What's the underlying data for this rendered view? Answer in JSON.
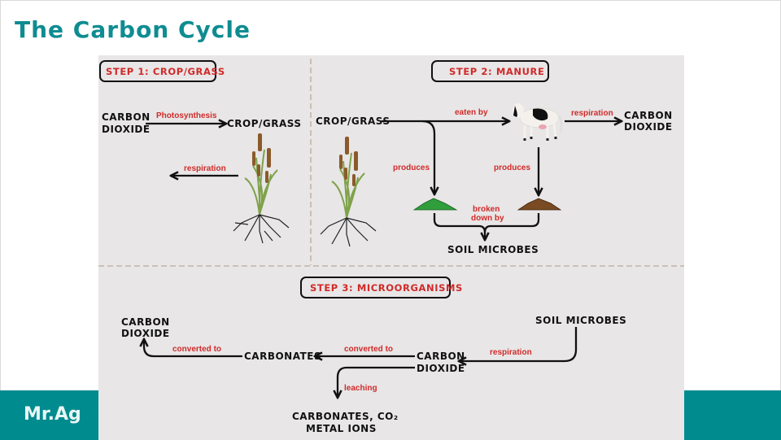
{
  "slide": {
    "title": "The Carbon Cycle",
    "brand": "Mr.Ag",
    "colors": {
      "title": "#0e8c91",
      "footer_band": "#008b8f",
      "diagram_bg": "#e8e6e6",
      "label_red": "#d12a2a",
      "text_black": "#111111"
    }
  },
  "diagram": {
    "step1": {
      "heading": "STEP 1: CROP/GRASS",
      "source": [
        "CARBON",
        "DIOXIDE"
      ],
      "arrow_label": "Photosynthesis",
      "target": "CROP/GRASS",
      "return_label": "respiration",
      "image": "cattail-grass-with-roots"
    },
    "step2": {
      "heading": "STEP 2: MANURE",
      "source": "CROP/GRASS",
      "eaten_label": "eaten by",
      "animal": "cow",
      "respiration_label": "respiration",
      "target": [
        "CARBON",
        "DIOXIDE"
      ],
      "produces_left": "produces",
      "produces_right": "produces",
      "left_pile": "green-plant-residue-pile",
      "right_pile": "brown-manure-pile",
      "broken_label": [
        "broken",
        "down by"
      ],
      "result": "SOIL MICROBES"
    },
    "step3": {
      "heading": "STEP 3: MICROORGANISMS",
      "source": "SOIL MICROBES",
      "respiration_label": "respiration",
      "middle": [
        "CARBON",
        "DIOXIDE"
      ],
      "converted_label_1": "converted to",
      "carbonates": "CARBONATES",
      "converted_label_2": "converted to",
      "end": [
        "CARBON",
        "DIOXIDE"
      ],
      "leaching_label": "leaching",
      "leach_result": [
        "CARBONATES, CO₂",
        "METAL IONS"
      ]
    }
  }
}
